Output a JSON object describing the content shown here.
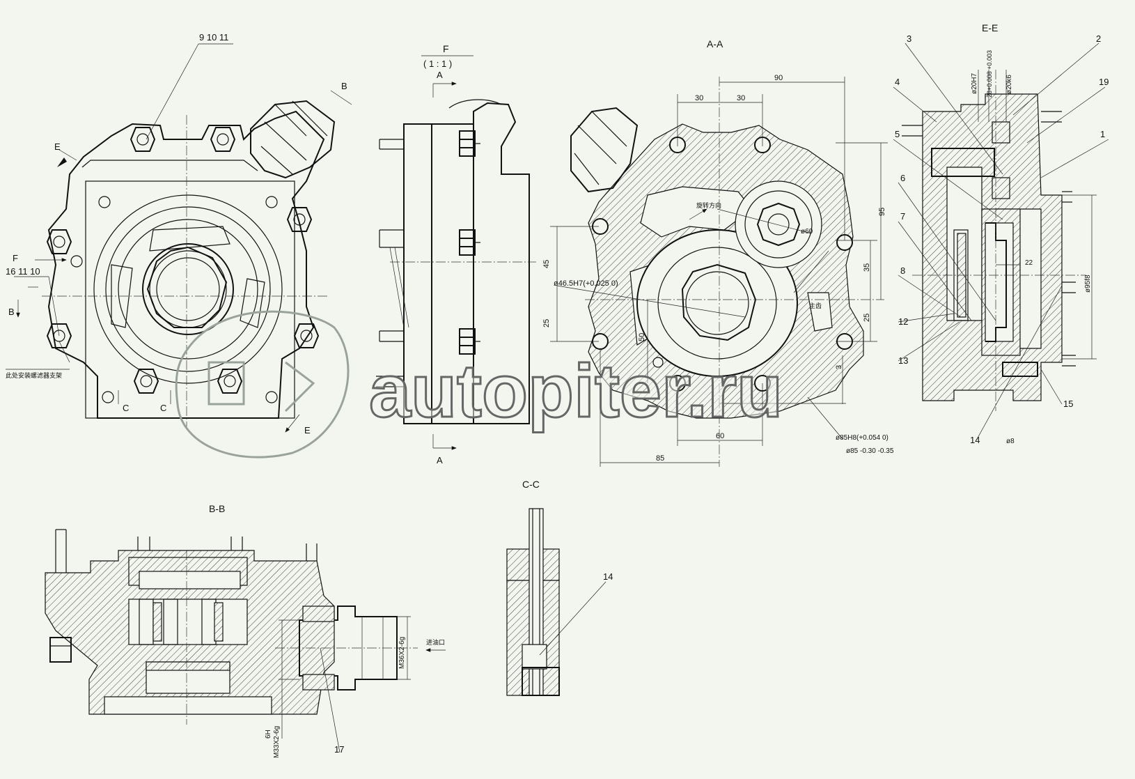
{
  "sections": {
    "aa": "A-A",
    "bb": "B-B",
    "cc": "C-C",
    "ee": "E-E",
    "f": "F",
    "f_scale": "( 1 : 1 )"
  },
  "cut_markers": {
    "a_top": "A",
    "a_bottom": "A",
    "b_left": "B",
    "b_right": "B",
    "c1": "C",
    "c2": "C",
    "e_top": "E",
    "e_bottom": "E",
    "f_arrow": "F"
  },
  "balloons": {
    "front_top": "9  10  11",
    "front_left": "16  11  10",
    "ee": [
      "3",
      "2",
      "4",
      "19",
      "1",
      "5",
      "6",
      "7",
      "8",
      "12",
      "13",
      "15",
      "14"
    ],
    "bb": "17",
    "cc": "14"
  },
  "dimensions": {
    "d90": "90",
    "d30a": "30",
    "d30b": "30",
    "d95": "95",
    "d45": "45",
    "d35": "35",
    "d25a": "25",
    "d25b": "25",
    "d50": "50",
    "d60": "60",
    "d85": "85",
    "d3": "3",
    "bore1": "ø46.5H7(+0.025 0)",
    "bore2": "ø85H8(+0.054 0)",
    "bore2b": "ø85 -0.30 -0.35",
    "d60c": "ø60",
    "ee_d20a": "ø20H7",
    "ee_d28": "28+0.008 +0.003",
    "ee_d20b": "ø20k6",
    "ee_d95": "ø95f8",
    "ee_d22": "22",
    "ee_d8": "ø8",
    "bb_m36": "M36X2-6g",
    "bb_m33": "M33X2-6g",
    "bb_6h": "6H"
  },
  "notes": {
    "rotation": "旋转方向",
    "gear": "主齿",
    "filter_note": "此处安装螺滤器支架",
    "inlet": "进油口"
  },
  "watermark": "autopiter.ru",
  "colors": {
    "background": "#f3f6ef",
    "line": "#111111",
    "watermark_outline": "#666666"
  }
}
